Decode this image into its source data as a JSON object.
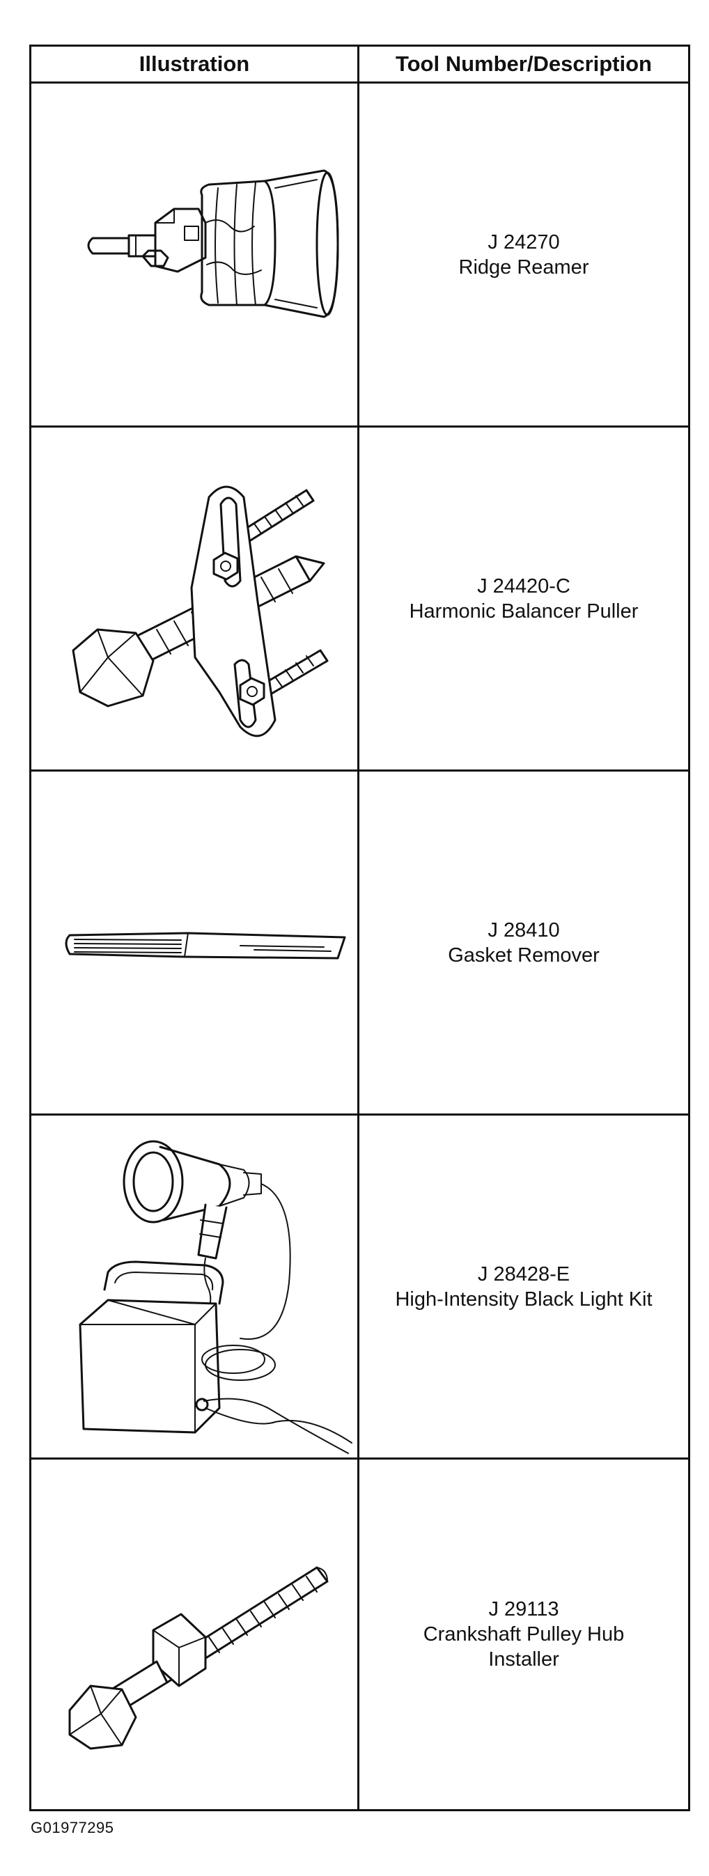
{
  "table": {
    "headers": {
      "illustration": "Illustration",
      "tool": "Tool Number/Description"
    },
    "rows": [
      {
        "number": "J 24270",
        "description": [
          "Ridge Reamer"
        ],
        "icon": "ridge-reamer-icon"
      },
      {
        "number": "J 24420-C",
        "description": [
          "Harmonic Balancer Puller"
        ],
        "icon": "harmonic-balancer-puller-icon"
      },
      {
        "number": "J 28410",
        "description": [
          "Gasket Remover"
        ],
        "icon": "gasket-remover-icon"
      },
      {
        "number": "J 28428-E",
        "description": [
          "High-Intensity Black Light Kit"
        ],
        "icon": "black-light-kit-icon"
      },
      {
        "number": "J 29113",
        "description": [
          "Crankshaft Pulley Hub",
          "Installer"
        ],
        "icon": "crankshaft-pulley-hub-installer-icon"
      }
    ]
  },
  "footer": {
    "code": "G01977295"
  }
}
